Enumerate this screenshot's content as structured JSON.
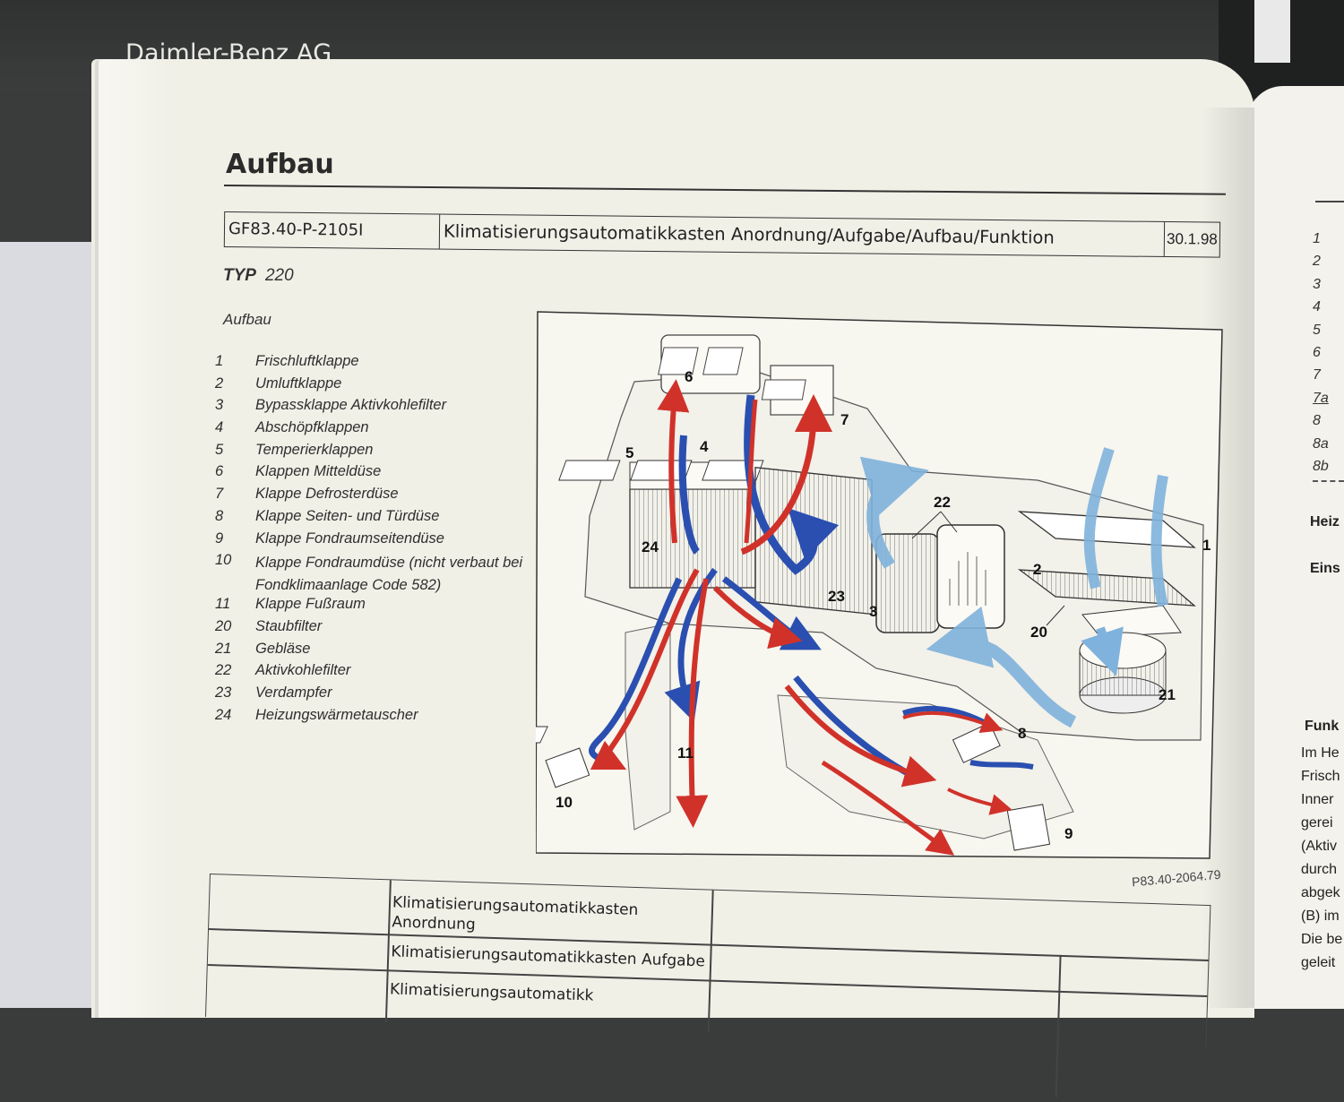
{
  "publisher": "Daimler-Benz AG",
  "heading": "Aufbau",
  "title_box": {
    "code": "GF83.40-P-2105I",
    "title": "Klimatisierungsautomatikkasten Anordnung/Aufgabe/Aufbau/Funktion",
    "date": "30.1.98"
  },
  "typ": {
    "label": "TYP",
    "value": "220"
  },
  "subheading": "Aufbau",
  "legend": [
    {
      "num": "1",
      "text": "Frischluftklappe"
    },
    {
      "num": "2",
      "text": "Umluftklappe"
    },
    {
      "num": "3",
      "text": "Bypassklappe Aktivkohlefilter"
    },
    {
      "num": "4",
      "text": "Abschöpfklappen"
    },
    {
      "num": "5",
      "text": "Temperierklappen"
    },
    {
      "num": "6",
      "text": "Klappen Mitteldüse"
    },
    {
      "num": "7",
      "text": "Klappe Defrosterdüse"
    },
    {
      "num": "8",
      "text": "Klappe Seiten- und Türdüse"
    },
    {
      "num": "9",
      "text": "Klappe Fondraumseitendüse"
    },
    {
      "num": "10",
      "text": "Klappe Fondraumdüse (nicht verbaut bei Fondklimaanlage Code 582)"
    },
    {
      "num": "11",
      "text": "Klappe Fußraum"
    },
    {
      "num": "20",
      "text": "Staubfilter"
    },
    {
      "num": "21",
      "text": "Gebläse"
    },
    {
      "num": "22",
      "text": "Aktivkohlefilter"
    },
    {
      "num": "23",
      "text": "Verdampfer"
    },
    {
      "num": "24",
      "text": "Heizungswärmetauscher"
    }
  ],
  "diagram_labels": [
    "6",
    "7",
    "5",
    "4",
    "24",
    "23",
    "22",
    "3",
    "2",
    "1",
    "20",
    "21",
    "8",
    "9",
    "11",
    "10"
  ],
  "figure_code": "P83.40-2064.79",
  "table": {
    "row1": "Klimatisierungsautomatikkasten Anordnung",
    "row2": "Klimatisierungsautomatikkasten Aufgabe",
    "row3": "Klimatisierungsautomatikk"
  },
  "right_page": {
    "numbers": [
      "1",
      "2",
      "3",
      "4",
      "5",
      "6",
      "7",
      "7a",
      "8",
      "8a",
      "8b"
    ],
    "word_heiz": "Heiz",
    "word_eins": "Eins",
    "word_funk": "Funk",
    "lines": [
      "Im He",
      "Frisch",
      "Inner",
      "gerei",
      "(Aktiv",
      "durch",
      "abgek",
      "(B) im",
      "Die be",
      "geleit"
    ]
  },
  "colors": {
    "warm_air": "#d0322a",
    "cold_air": "#2a4fb0",
    "fresh_air": "#7fb2dc",
    "paper": "#f1f0e7"
  }
}
